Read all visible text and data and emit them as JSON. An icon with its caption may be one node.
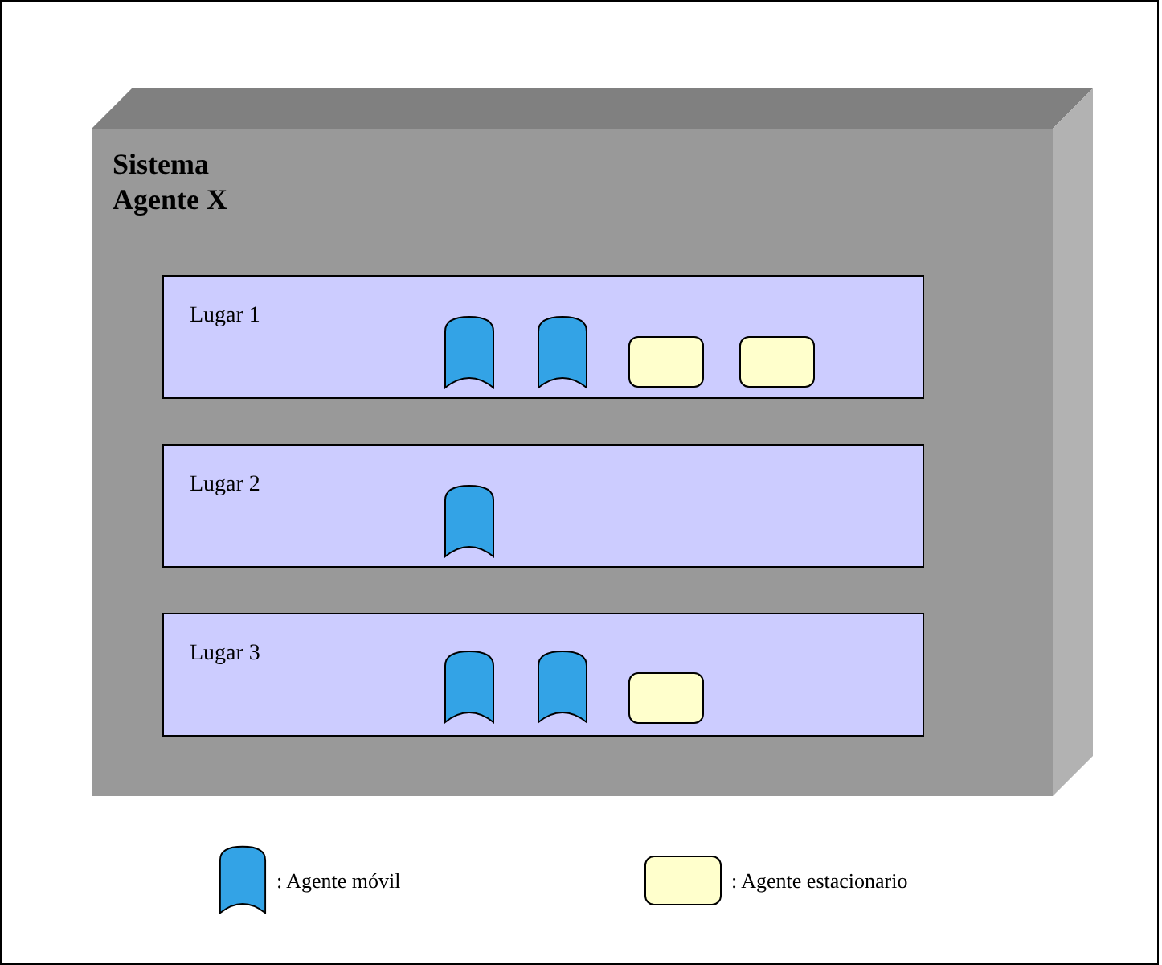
{
  "diagram": {
    "nodes": [
      {
        "text": [
          "Sistema Agente X"
        ]
      },
      {
        "text": [
          "Lugar 1"
        ],
        "in": 0
      },
      {
        "text": [],
        "shape": "cylinder",
        "in": 1
      },
      {
        "text": [],
        "shape": "cylinder",
        "in": 1
      },
      {
        "text": [],
        "shape": "box",
        "in": 1
      },
      {
        "text": [],
        "shape": "box",
        "in": 1
      },
      {
        "text": [
          "Lugar 2"
        ],
        "in": 0
      },
      {
        "text": [],
        "shape": "cylinder",
        "in": 6
      },
      {
        "text": [
          "Lugar 3"
        ],
        "in": 0
      },
      {
        "text": [],
        "shape": "cylinder",
        "in": 8
      },
      {
        "text": [],
        "shape": "cylinder",
        "in": 8
      },
      {
        "text": [],
        "shape": "box",
        "in": 8
      }
    ],
    "legend": [
      {
        "text": ": Agente móvil"
      },
      {
        "text": ": Agente estacionario"
      }
    ]
  }
}
